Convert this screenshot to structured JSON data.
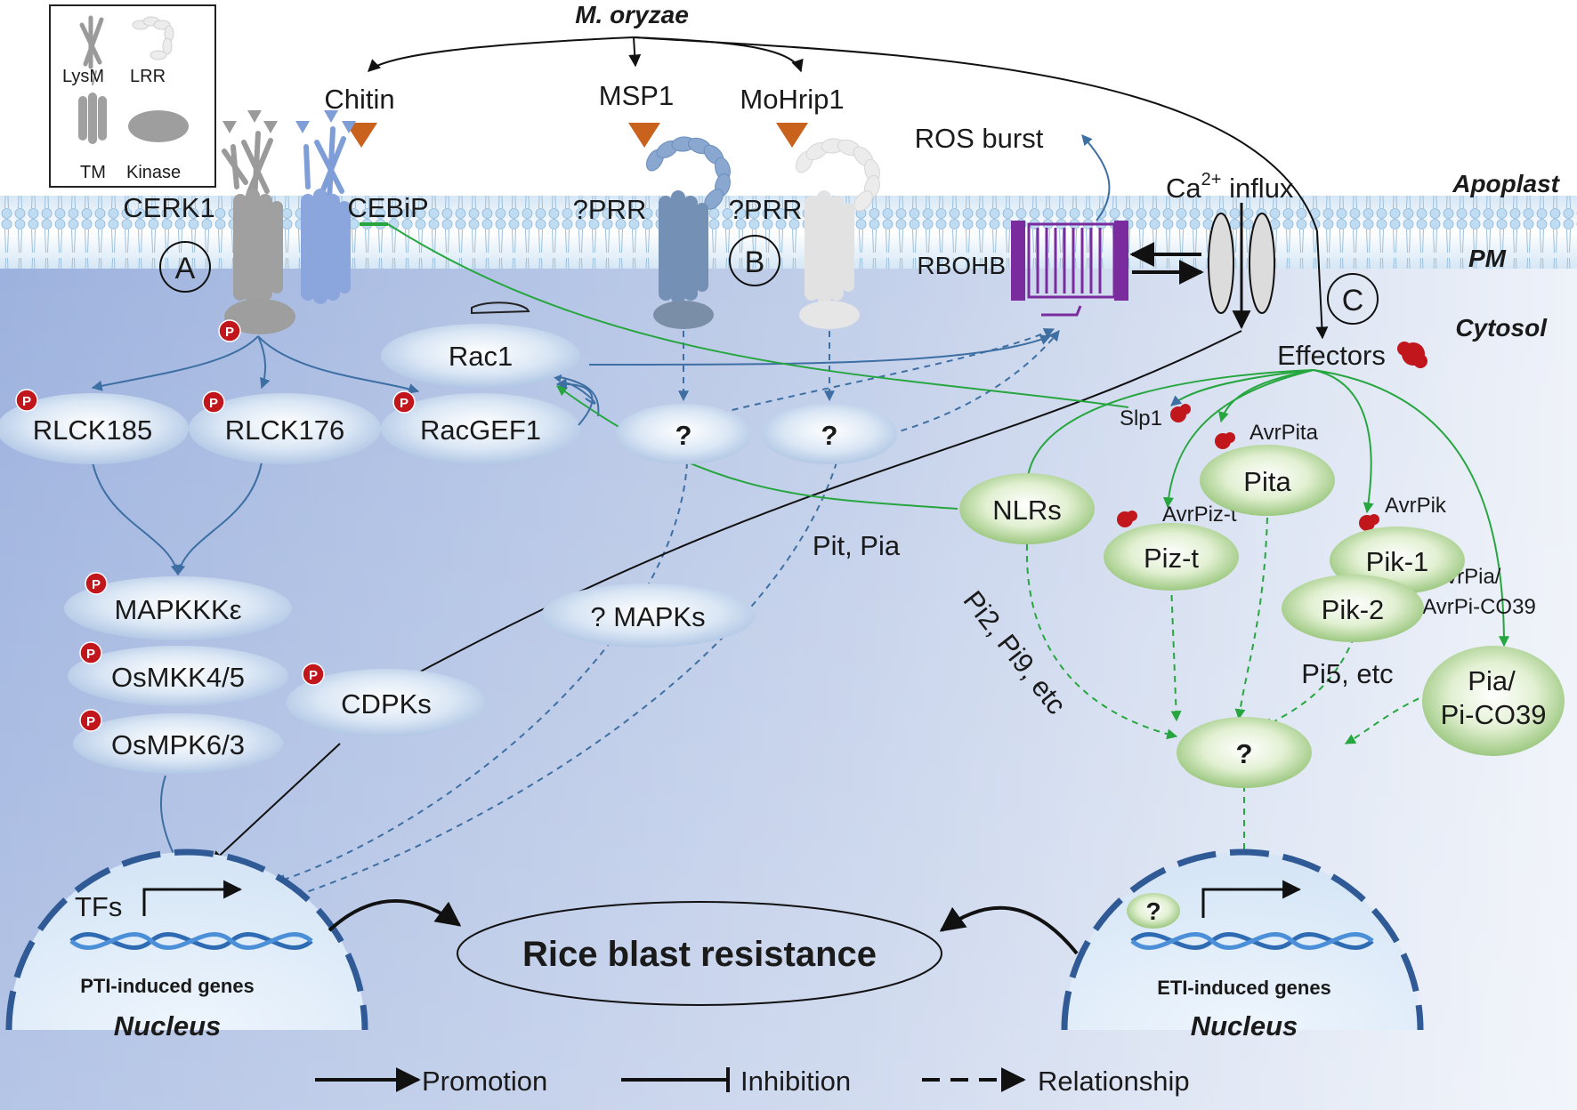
{
  "legend_box": {
    "lysm": "LysM",
    "lrr": "LRR",
    "tm": "TM",
    "kinase": "Kinase"
  },
  "pathogen": "M. oryzae",
  "ligands": {
    "chitin": "Chitin",
    "msp1": "MSP1",
    "mohrip1": "MoHrip1"
  },
  "compartments": {
    "apoplast": "Apoplast",
    "pm": "PM",
    "cytosol": "Cytosol"
  },
  "receptors": {
    "cerk1": "CERK1",
    "cebip": "CEBiP",
    "prr1": "?PRR",
    "prr2": "?PRR",
    "rbohb": "RBOHB"
  },
  "fluxes": {
    "ros_burst": "ROS burst",
    "ca_influx_pre": "Ca",
    "ca_influx_sup": "2+",
    "ca_influx_post": " influx"
  },
  "sections": {
    "a": "A",
    "b": "B",
    "c": "C"
  },
  "phospho_mark": "P",
  "pti_nodes": {
    "rac1": "Rac1",
    "rlck185": "RLCK185",
    "rlck176": "RLCK176",
    "racgef1": "RacGEF1",
    "unknown1": "?",
    "unknown2": "?",
    "mapkkk": "MAPKKKε",
    "osmkk": "OsMKK4/5",
    "osmpk": "OsMPK6/3",
    "mapks": "? MAPKs",
    "cdpks": "CDPKs"
  },
  "eti_nodes": {
    "effectors": "Effectors",
    "slp1": "Slp1",
    "avrpita": "AvrPita",
    "pita": "Pita",
    "nlrs": "NLRs",
    "avrpizt": "AvrPiz-t",
    "pizt": "Piz-t",
    "avrpik": "AvrPik",
    "pik1": "Pik-1",
    "pik2": "Pik-2",
    "avrpia_line1": "AvrPia/",
    "avrpia_line2": "AvrPi-CO39",
    "pia_line1": "Pia/",
    "pia_line2": "Pi-CO39",
    "unknown_eti": "?",
    "nucleus_unknown": "?"
  },
  "annotations": {
    "pit_pia": "Pit, Pia",
    "pi2_pi9": "Pi2, Pi9, etc",
    "pi5": "Pi5, etc"
  },
  "nuclei": {
    "pti_tfs": "TFs",
    "pti_genes": "PTI-induced genes",
    "pti_nucleus": "Nucleus",
    "eti_genes": "ETI-induced genes",
    "eti_nucleus": "Nucleus"
  },
  "outcome": "Rice blast resistance",
  "legend": {
    "promotion": "Promotion",
    "inhibition": "Inhibition",
    "relationship": "Relationship"
  },
  "colors": {
    "signal_blue": "#3e6fa3",
    "eti_green": "#27a640",
    "ligand_orange": "#c8621c",
    "rbohb_purple": "#7a2c9e",
    "phospho_red": "#c0161c"
  }
}
